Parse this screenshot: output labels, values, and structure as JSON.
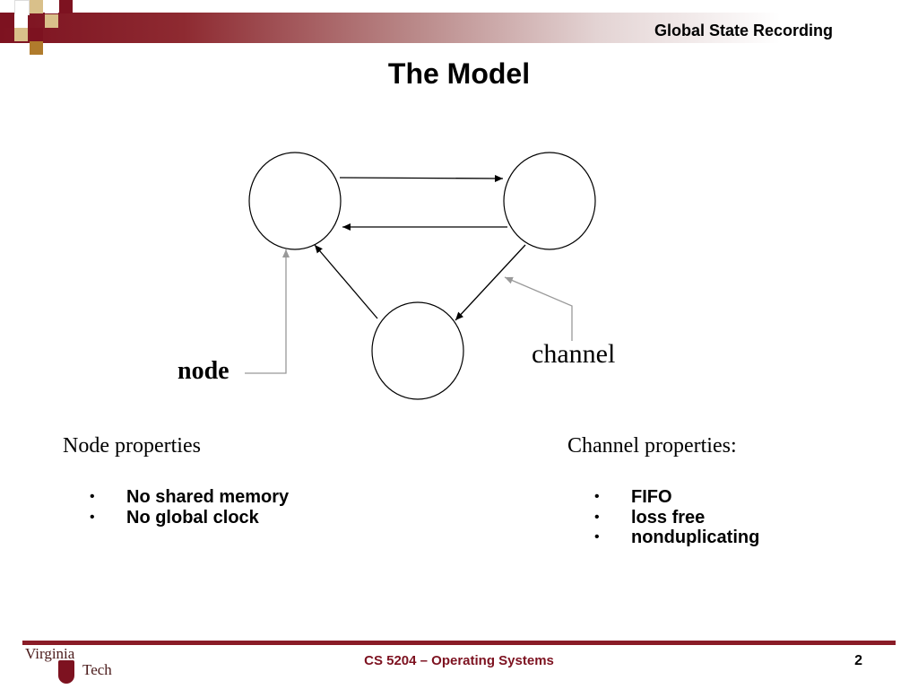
{
  "header": {
    "deck_title": "Global State Recording",
    "band_colors": [
      "#7d1220",
      "#b98888",
      "#ffffff"
    ]
  },
  "slide": {
    "title": "The Model"
  },
  "diagram": {
    "node_label": "node",
    "channel_label": "channel",
    "nodes": [
      "left-node",
      "right-node",
      "bottom-node"
    ],
    "channels": [
      {
        "from": "left-node",
        "to": "right-node"
      },
      {
        "from": "right-node",
        "to": "left-node"
      },
      {
        "from": "right-node",
        "to": "bottom-node"
      },
      {
        "from": "bottom-node",
        "to": "left-node"
      }
    ],
    "callout_color": "#999999"
  },
  "node_properties": {
    "heading": "Node properties",
    "items": [
      "No shared memory",
      "No global clock"
    ]
  },
  "channel_properties": {
    "heading": "Channel properties:",
    "items": [
      "FIFO",
      "loss free",
      "nonduplicating"
    ]
  },
  "footer": {
    "logo_word1": "Virginia",
    "logo_word2": "Tech",
    "course": "CS 5204 – Operating Systems",
    "page_number": "2",
    "accent_color": "#8a1c27"
  }
}
